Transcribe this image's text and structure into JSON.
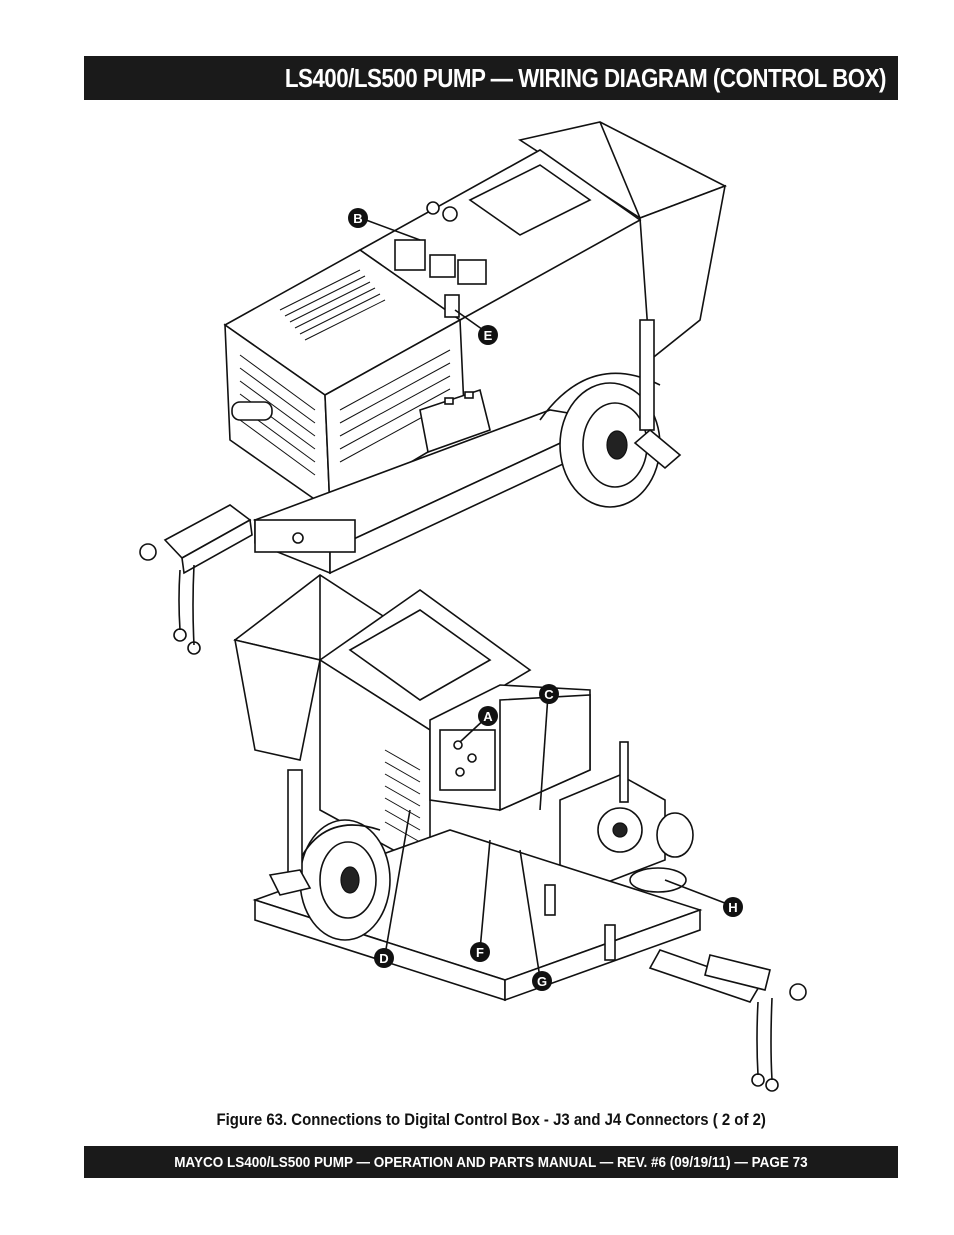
{
  "header": {
    "title": "LS400/LS500 PUMP — WIRING DIAGRAM (CONTROL BOX)"
  },
  "figure": {
    "caption": "Figure 63. Connections to  Digital Control Box - J3 and J4 Connectors ( 2 of 2)",
    "callouts": {
      "a": "A",
      "b": "B",
      "c": "C",
      "d": "D",
      "e": "E",
      "f": "F",
      "g": "G",
      "h": "H"
    }
  },
  "footer": {
    "text": "MAYCO LS400/LS500 PUMP — OPERATION AND PARTS MANUAL — REV. #6  (09/19/11) — PAGE 73"
  }
}
